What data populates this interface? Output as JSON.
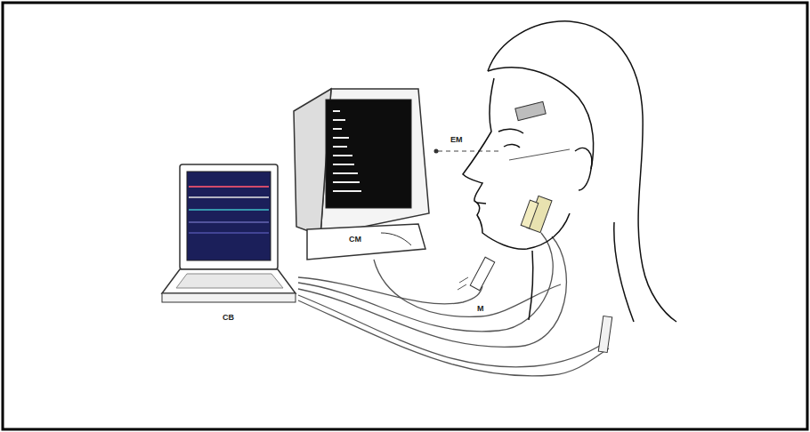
{
  "diagram": {
    "labels": [
      "EM",
      "CM",
      "M",
      "CB"
    ]
  }
}
